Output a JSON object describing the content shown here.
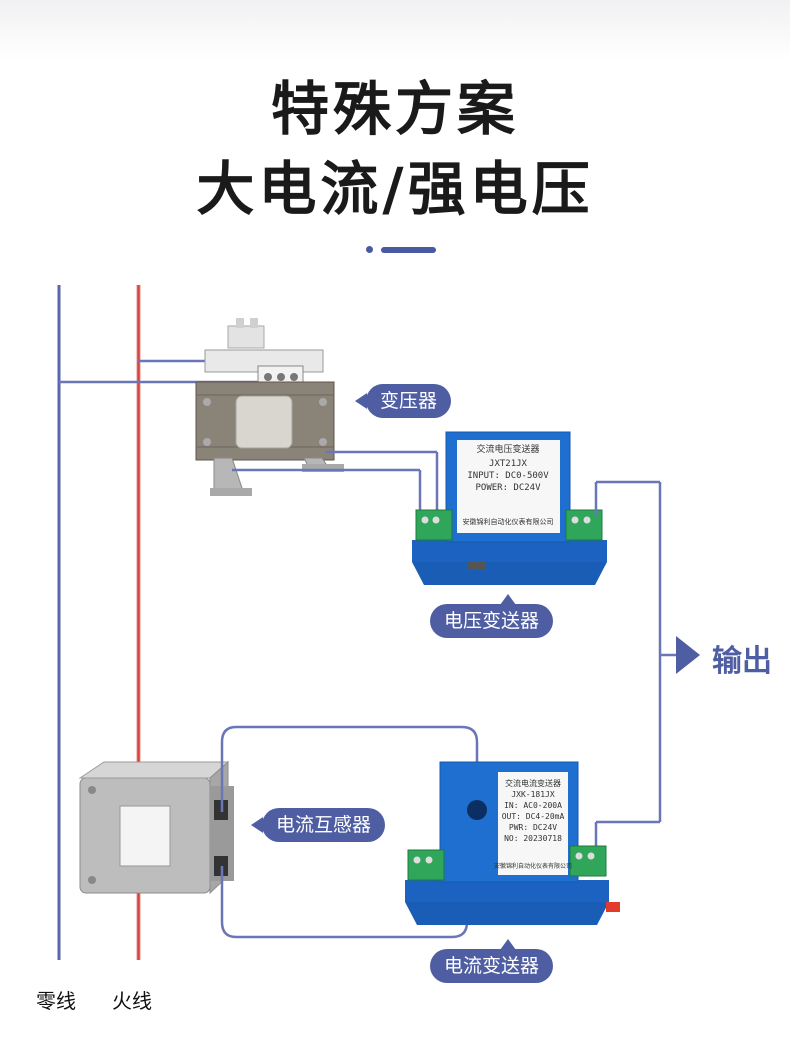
{
  "title": {
    "line1": "特殊方案",
    "line2": "大电流/强电压"
  },
  "callouts": {
    "transformer": "变压器",
    "voltage_transmitter": "电压变送器",
    "current_transformer": "电流互感器",
    "current_transmitter": "电流变送器"
  },
  "output_label": "输出",
  "lines": {
    "neutral": "零线",
    "live": "火线"
  },
  "voltage_transmitter_panel": {
    "title": "交流电压变送器",
    "model": "JXT21JX",
    "input": "INPUT: DC0-500V",
    "power": "POWER: DC24V",
    "maker": "安徽锦利自动化仪表有限公司"
  },
  "current_transmitter_panel": {
    "title": "交流电流变送器",
    "model": "JXK-181JX",
    "input": "IN: AC0-200A",
    "output": "OUT: DC4-20mA",
    "power": "PWR: DC24V",
    "number": "NO: 20230718",
    "maker": "安徽锦利自动化仪表有限公司"
  },
  "colors": {
    "accent": "#4f5ea3",
    "wire": "#6a76b8",
    "live_wire": "#d6403b",
    "transmitter_blue": "#1f6fd0",
    "terminal_green": "#2fa65a"
  }
}
